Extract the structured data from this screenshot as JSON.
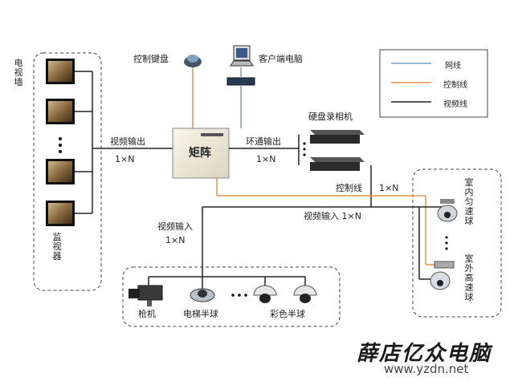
{
  "legend": {
    "items": [
      {
        "label": "网线",
        "color": "#6fa3c8"
      },
      {
        "label": "控制线",
        "color": "#e8924a"
      },
      {
        "label": "视频线",
        "color": "#222222"
      }
    ]
  },
  "colors": {
    "network": "#6fa3c8",
    "control": "#e8924a",
    "video": "#222222"
  },
  "nodes": {
    "tv_wall": "电视墙",
    "monitors": "监视器",
    "control_keyboard": "控制键盘",
    "client_pc": "客户端电脑",
    "matrix": "矩阵",
    "dvr": "硬盘录相机",
    "indoor_dome": "室内匀速球",
    "outdoor_dome": "室外高速球",
    "gun_camera": "枪机",
    "elevator_dome": "电梯半球",
    "color_dome": "彩色半球"
  },
  "edges": {
    "video_out": "视频输出",
    "video_out_ratio": "1×N",
    "loop_out": "环通输出",
    "loop_out_ratio": "1×N",
    "control_line": "控制线",
    "control_line_ratio": "1×N",
    "video_in_right": "视频输入 1×N",
    "video_in_bottom": "视频输入",
    "video_in_bottom_ratio": "1×N"
  },
  "watermark": {
    "title": "薛店亿众电脑",
    "url": "www.yzdn.net"
  }
}
